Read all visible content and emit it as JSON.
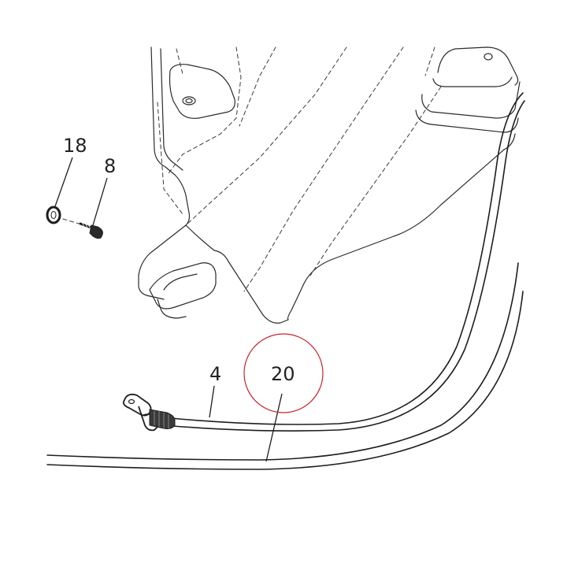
{
  "callouts": {
    "c18": "18",
    "c8": "8",
    "c4": "4",
    "c20": "20"
  },
  "colors": {
    "line": "#2b2b2b",
    "highlight": "#c8232c",
    "background": "#ffffff"
  }
}
